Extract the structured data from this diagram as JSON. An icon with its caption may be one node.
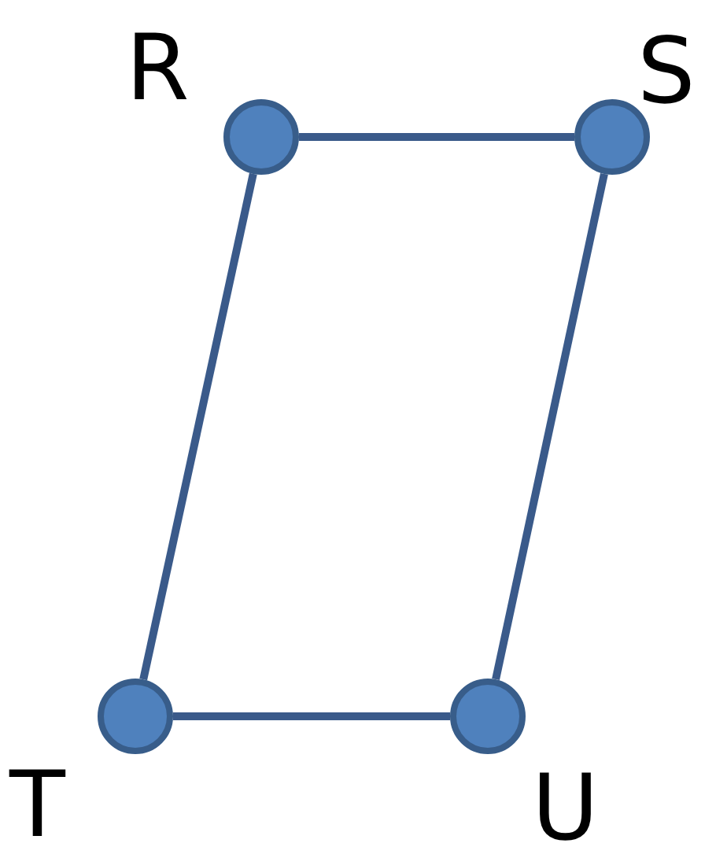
{
  "diagram": {
    "nodes": [
      {
        "text": [],
        "shape": "circle",
        "beside": [
          "R"
        ]
      },
      {
        "text": [],
        "shape": "circle",
        "beside": [
          "S"
        ]
      },
      {
        "text": [],
        "shape": "circle",
        "beside": [
          "T"
        ]
      },
      {
        "text": [],
        "shape": "circle",
        "beside": [
          "U"
        ]
      }
    ],
    "edges": [
      {
        "from": 0,
        "to": 1,
        "arrow": "none"
      },
      {
        "from": 0,
        "to": 2,
        "arrow": "none"
      },
      {
        "from": 1,
        "to": 3,
        "arrow": "none"
      },
      {
        "from": 2,
        "to": 3,
        "arrow": "none"
      }
    ]
  }
}
